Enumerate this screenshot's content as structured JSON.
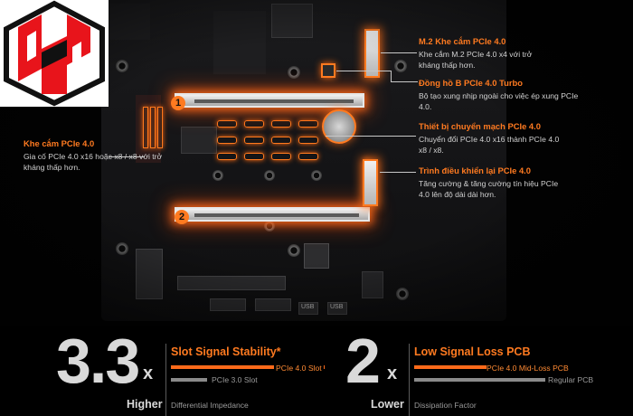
{
  "annotations": {
    "m2": {
      "title": "M.2 Khe cắm PCIe 4.0",
      "desc": "Khe cắm M.2 PCIe 4.0 x4 với trở kháng thấp hơn."
    },
    "clock": {
      "title": "Đồng hồ B PCIe 4.0 Turbo",
      "desc": "Bộ tạo xung nhịp ngoài cho việc ép xung PCIe 4.0."
    },
    "switch": {
      "title": "Thiết bị chuyển mạch PCIe 4.0",
      "desc": "Chuyển đổi PCIe 4.0 x16 thành PCIe 4.0 x8 / x8."
    },
    "redriver": {
      "title": "Trình điều khiển lại PCIe 4.0",
      "desc": "Tăng cường & tăng cường tín hiệu PCIe 4.0 lên độ dài dài hơn."
    },
    "slot": {
      "title": "Khe cắm PCIe 4.0",
      "desc": "Gia cố PCIe 4.0 x16 hoặc x8 / x8 với trở kháng thấp hơn."
    }
  },
  "slot_numbers": [
    "1",
    "2"
  ],
  "board_labels": {
    "usb1": "USB",
    "usb2": "USB"
  },
  "stats": [
    {
      "big": "3.3",
      "unit": "x",
      "caption": "Higher",
      "title": "Slot Signal Stability*",
      "bar_primary": "PCIe 4.0 Slot",
      "bar_secondary": "PCIe 3.0 Slot",
      "footer": "Differential Impedance"
    },
    {
      "big": "2",
      "unit": "x",
      "caption": "Lower",
      "title": "Low Signal Loss PCB",
      "bar_primary": "PCIe 4.0 Mid-Loss PCB",
      "bar_secondary": "Regular PCB",
      "footer": "Dissipation Factor"
    }
  ],
  "colors": {
    "accent": "#ff7a20",
    "text": "#d9d9d9",
    "muted": "#9a9a9a",
    "logo_red": "#e8141b"
  },
  "icons": {
    "logo": "hs-logo-icon"
  }
}
